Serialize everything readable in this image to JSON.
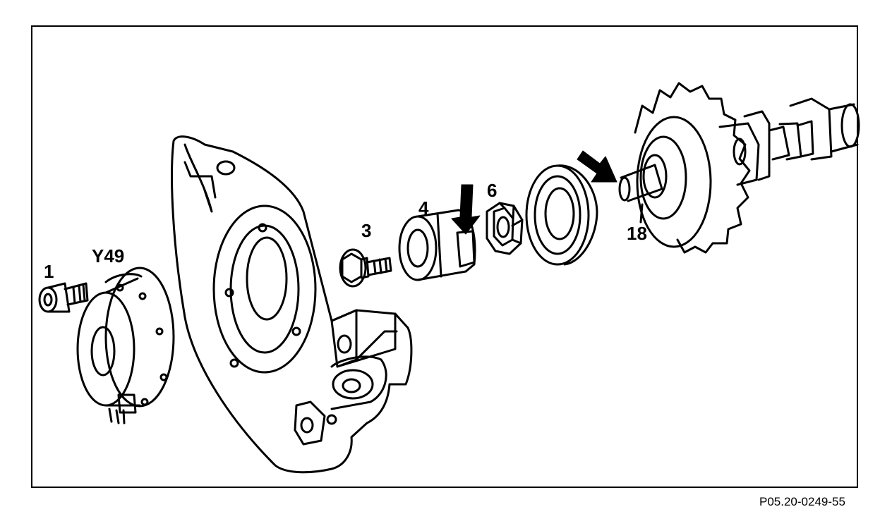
{
  "labels": {
    "part_1": "1",
    "part_y49": "Y49",
    "part_3": "3",
    "part_4": "4",
    "part_6": "6",
    "part_18": "18"
  },
  "figure_ref": "P05.20-0249-55",
  "colors": {
    "ink": "#000000",
    "paper": "#ffffff"
  }
}
